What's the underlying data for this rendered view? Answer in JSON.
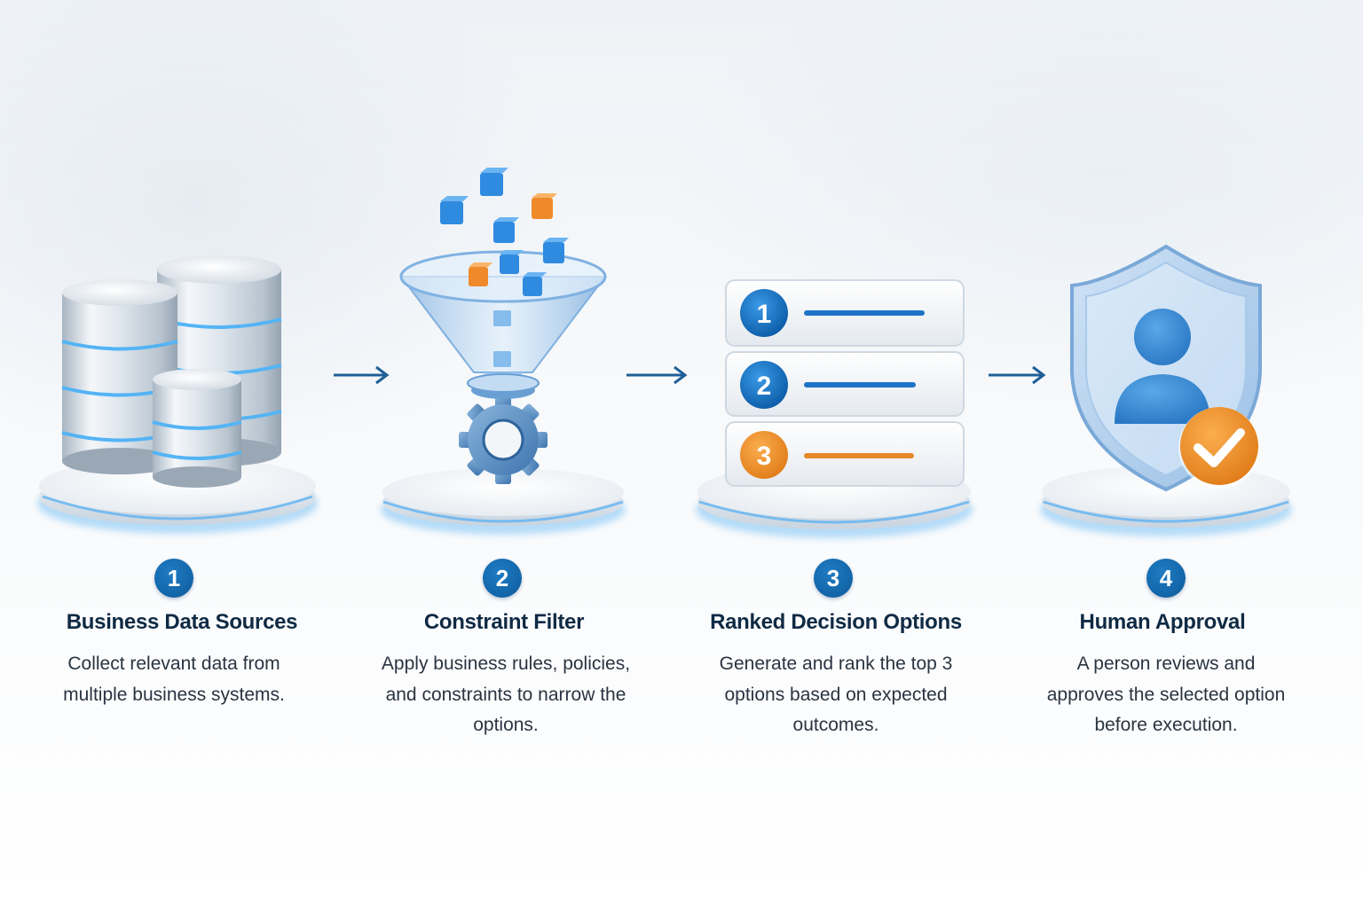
{
  "steps": [
    {
      "number": "1",
      "title": "Business Data Sources",
      "description": "Collect relevant data from multiple business systems.",
      "icon": "database-stack-icon"
    },
    {
      "number": "2",
      "title": "Constraint Filter",
      "description": "Apply business rules, policies, and constraints to narrow the options.",
      "icon": "funnel-gear-icon"
    },
    {
      "number": "3",
      "title": "Ranked Decision Options",
      "description": "Generate and rank the top 3 options based on expected outcomes.",
      "icon": "ranked-list-icon"
    },
    {
      "number": "4",
      "title": "Human Approval",
      "description": "A person reviews and approves the selected option before execution.",
      "icon": "shield-user-check-icon"
    }
  ],
  "ranked_list": {
    "items": [
      "1",
      "2",
      "3"
    ]
  },
  "colors": {
    "primary_blue": "#0d5a9a",
    "accent_blue": "#2f86d6",
    "orange": "#e8872a",
    "text_dark": "#0f2a44"
  }
}
